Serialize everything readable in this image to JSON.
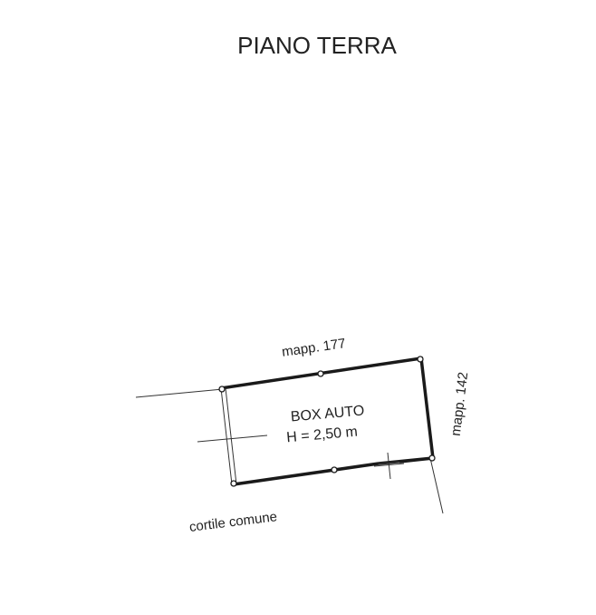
{
  "title": "PIANO TERRA",
  "labels": {
    "north_parcel": "mapp. 177",
    "east_parcel": "mapp. 142",
    "room_name": "BOX AUTO",
    "room_height": "H = 2,50 m",
    "courtyard": "cortile comune"
  }
}
